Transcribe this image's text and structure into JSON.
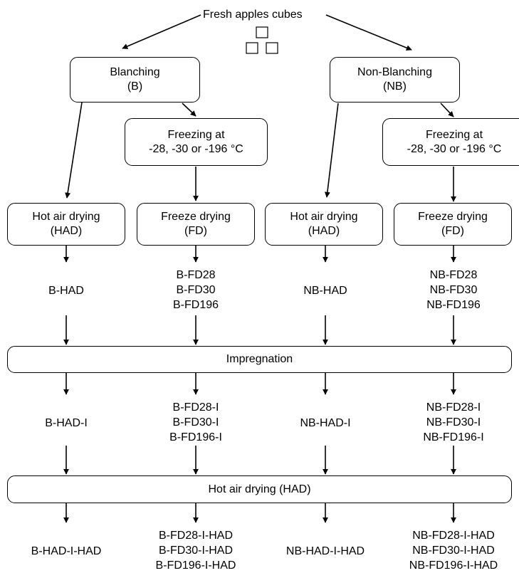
{
  "title": "Fresh apples cubes",
  "nodes": {
    "blanching": {
      "line1": "Blanching",
      "line2": "(B)"
    },
    "non_blanching": {
      "line1": "Non-Blanching",
      "line2": "(NB)"
    },
    "freezing_b": {
      "line1": "Freezing at",
      "line2": "-28, -30 or -196 °C"
    },
    "freezing_nb": {
      "line1": "Freezing at",
      "line2": "-28, -30 or -196 °C"
    },
    "had_b": {
      "line1": "Hot air drying",
      "line2": "(HAD)"
    },
    "fd_b": {
      "line1": "Freeze drying",
      "line2": "(FD)"
    },
    "had_nb": {
      "line1": "Hot air drying",
      "line2": "(HAD)"
    },
    "fd_nb": {
      "line1": "Freeze drying",
      "line2": "(FD)"
    },
    "impregnation": "Impregnation",
    "had_final": "Hot air drying (HAD)"
  },
  "samples": {
    "after_drying": {
      "b_had": [
        "B-HAD"
      ],
      "b_fd": [
        "B-FD28",
        "B-FD30",
        "B-FD196"
      ],
      "nb_had": [
        "NB-HAD"
      ],
      "nb_fd": [
        "NB-FD28",
        "NB-FD30",
        "NB-FD196"
      ]
    },
    "after_impregnation": {
      "b_had": [
        "B-HAD-I"
      ],
      "b_fd": [
        "B-FD28-I",
        "B-FD30-I",
        "B-FD196-I"
      ],
      "nb_had": [
        "NB-HAD-I"
      ],
      "nb_fd": [
        "NB-FD28-I",
        "NB-FD30-I",
        "NB-FD196-I"
      ]
    },
    "final": {
      "b_had": [
        "B-HAD-I-HAD"
      ],
      "b_fd": [
        "B-FD28-I-HAD",
        "B-FD30-I-HAD",
        "B-FD196-I-HAD"
      ],
      "nb_had": [
        "NB-HAD-I-HAD"
      ],
      "nb_fd": [
        "NB-FD28-I-HAD",
        "NB-FD30-I-HAD",
        "NB-FD196-I-HAD"
      ]
    }
  }
}
